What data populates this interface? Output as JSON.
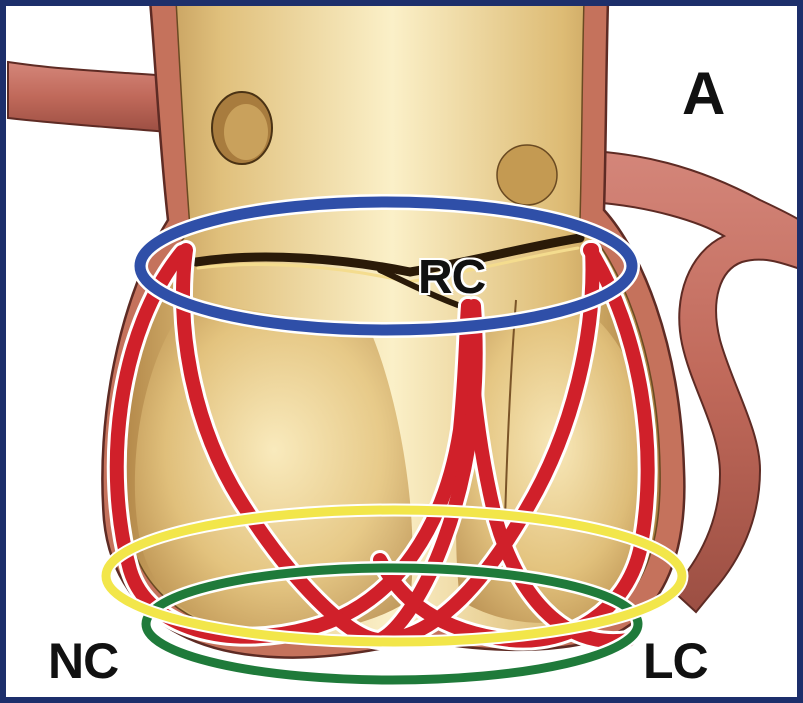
{
  "figure": {
    "panel_letter": "A",
    "cusp_labels": {
      "right_coronary": "RC",
      "non_coronary": "NC",
      "left_coronary": "LC"
    }
  },
  "colors": {
    "frame_border": "#1d2f6b",
    "aortic_wall": "#e3c47d",
    "vessel": "#c86f5f",
    "crown_ring": "#d0202a",
    "upper_ring": "#2f4fa8",
    "middle_ring": "#f2e64a",
    "lower_ring": "#1f7a3a"
  }
}
